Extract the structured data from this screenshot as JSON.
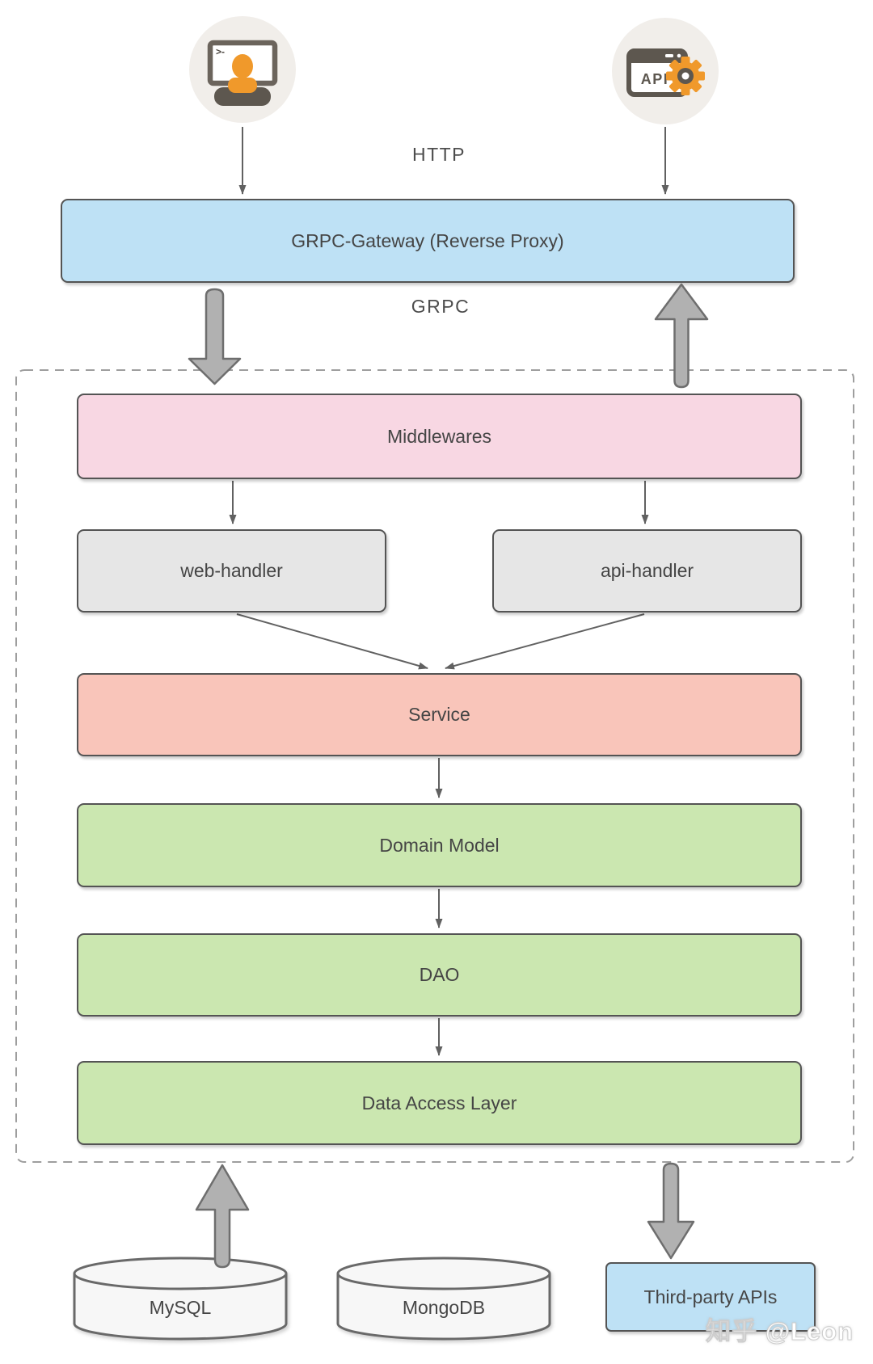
{
  "colors": {
    "canvas-bg": "#FFFFFF",
    "node-blue": "#BEE1F5",
    "node-pink": "#F8D7E3",
    "node-red": "#F9C5BA",
    "node-green": "#CBE7B0",
    "node-gray": "#E6E6E6",
    "cylinder-fill": "#F7F7F7",
    "node-border": "#545454",
    "node-text": "#454545",
    "label-text": "#4D4D4D",
    "arrow": "#616161",
    "thick-arrow-fill": "#B1B1B1",
    "thick-arrow-stroke": "#6E6E6E",
    "dashed-border": "#9E9E9E",
    "icon-circle-bg": "#F1EEEA",
    "icon-orange": "#F0992B",
    "icon-dark": "#5D574F",
    "watermark": "#FFFFFF"
  },
  "diagram": {
    "labels": {
      "http": "HTTP",
      "grpc": "GRPC"
    },
    "actors": {
      "terminal_user": {
        "icon": "terminal-user-icon",
        "prompt": ">-"
      },
      "api_client": {
        "icon": "api-gear-icon",
        "label": "API"
      }
    },
    "nodes": {
      "gateway": {
        "label": "GRPC-Gateway (Reverse Proxy)"
      },
      "middlewares": {
        "label": "Middlewares"
      },
      "web_handler": {
        "label": "web-handler"
      },
      "api_handler": {
        "label": "api-handler"
      },
      "service": {
        "label": "Service"
      },
      "domain_model": {
        "label": "Domain Model"
      },
      "dao": {
        "label": "DAO"
      },
      "data_access_layer": {
        "label": "Data Access Layer"
      },
      "mysql": {
        "label": "MySQL"
      },
      "mongodb": {
        "label": "MongoDB"
      },
      "third_party_apis": {
        "label": "Third-party APIs"
      }
    },
    "watermark": "知乎 @Leon"
  }
}
